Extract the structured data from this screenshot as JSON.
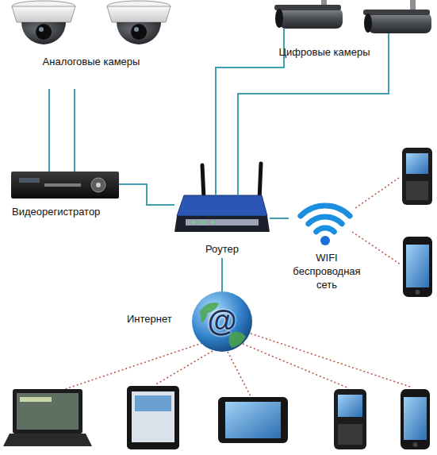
{
  "diagram": {
    "nodes": [
      {
        "text": [
          "Аналоговые камеры"
        ]
      },
      {
        "text": [
          "Цифровые камеры"
        ]
      },
      {
        "text": [
          "Видеорегистратор"
        ]
      },
      {
        "text": [
          "Роутер"
        ]
      },
      {
        "text": [
          "WIFI беспроводная сеть"
        ]
      },
      {
        "text": [
          "Интернет",
          "@"
        ]
      }
    ],
    "edges": [
      {
        "from": 0,
        "to": 2,
        "arrow": "none"
      },
      {
        "from": 1,
        "to": 3,
        "arrow": "none"
      },
      {
        "from": 2,
        "to": 3,
        "arrow": "none"
      },
      {
        "from": 3,
        "to": 4,
        "arrow": "none"
      },
      {
        "from": 3,
        "to": 5,
        "arrow": "none"
      }
    ]
  }
}
